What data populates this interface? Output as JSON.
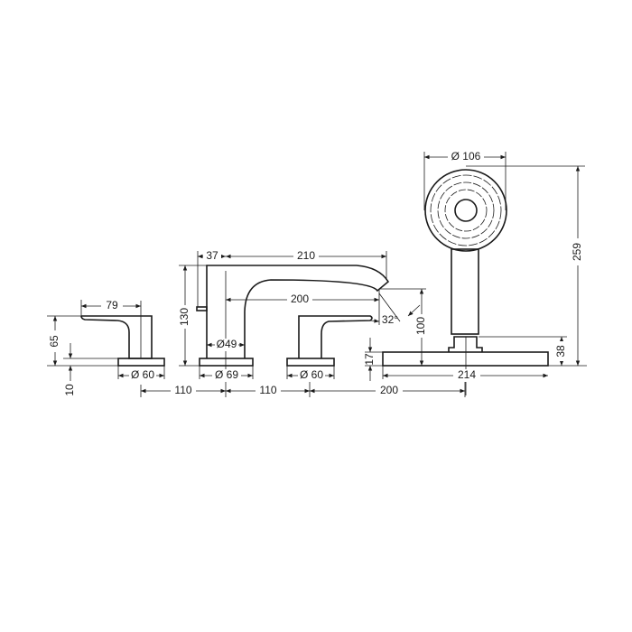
{
  "title": "Bath mixer 4-hole rim-mounted dimension drawing",
  "colors": {
    "line": "#1a1a1a",
    "background": "#ffffff"
  },
  "dimensions": {
    "handle_width": "79",
    "handle_height": "65",
    "rosette_height": "10",
    "left_rosette": "Ø 60",
    "spout_offset": "37",
    "spout_reach": "210",
    "spout_inner_reach": "200",
    "spout_height": "130",
    "spout_body": "Ø49",
    "spout_rosette": "Ø 69",
    "right_rosette": "Ø 60",
    "angle": "32°",
    "outlet_height": "100",
    "base_height": "17",
    "spacing_1": "110",
    "spacing_2": "110",
    "spacing_3": "200",
    "shower_head": "Ø 106",
    "shower_total_height": "259",
    "holder_height": "38",
    "shower_base_width": "214"
  }
}
